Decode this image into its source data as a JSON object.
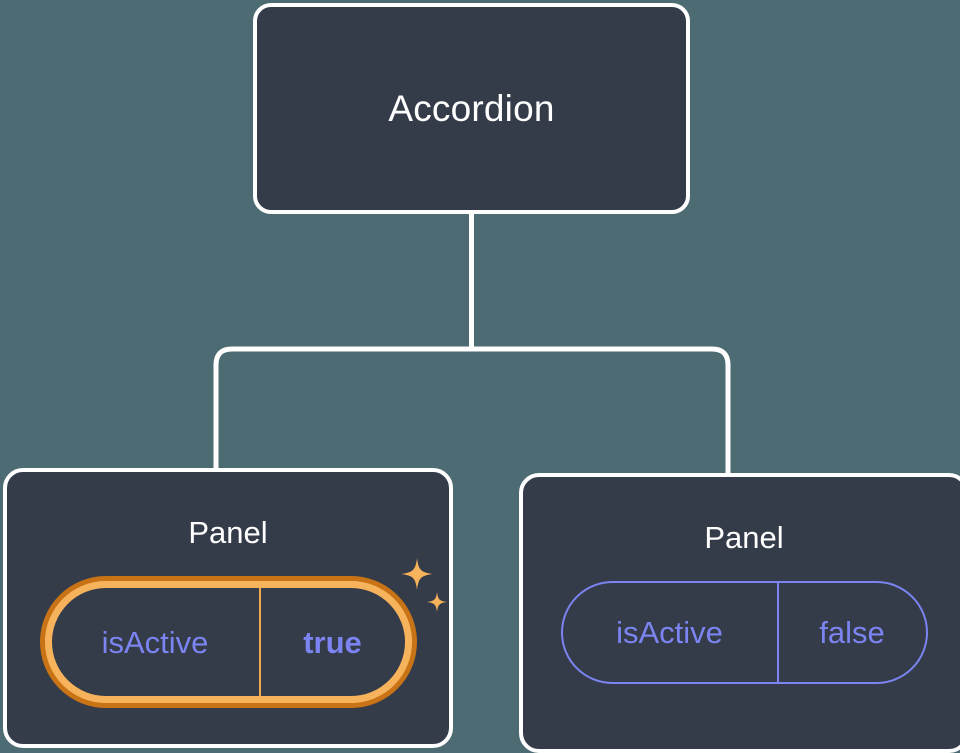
{
  "theme": {
    "background": "#4d6b72",
    "card_fill": "#343b49",
    "card_border": "#ffffff",
    "connector": "#ffffff",
    "prop_text": "#7b84f0",
    "highlight_outer_ring": "#c87315",
    "highlight_inner_ring": "#f7b35c",
    "sparkle": "#f7b35c"
  },
  "tree": {
    "root": {
      "title": "Accordion"
    },
    "children": [
      {
        "title": "Panel",
        "prop": {
          "key": "isActive",
          "value": "true"
        },
        "highlighted": true,
        "sparkle_icon": "sparkles-icon"
      },
      {
        "title": "Panel",
        "prop": {
          "key": "isActive",
          "value": "false"
        },
        "highlighted": false
      }
    ]
  }
}
